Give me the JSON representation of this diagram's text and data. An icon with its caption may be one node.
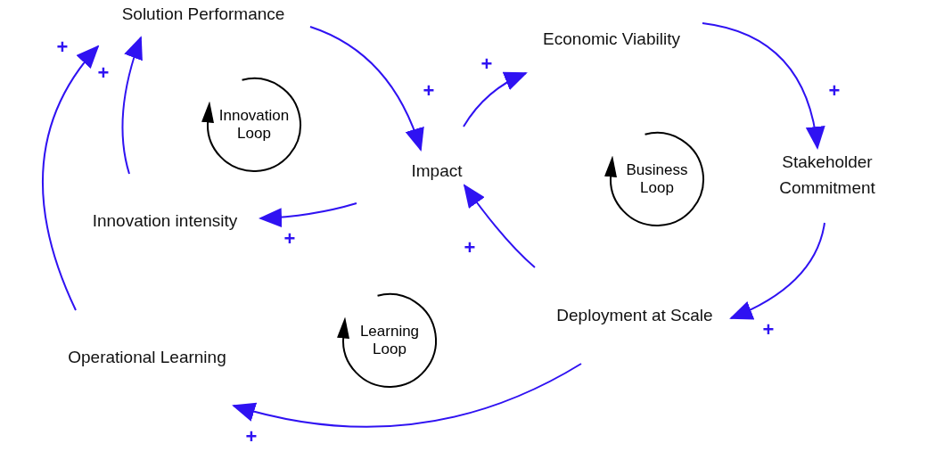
{
  "diagram": {
    "nodes": [
      {
        "text": [
          "Solution Performance"
        ]
      },
      {
        "text": [
          "Economic Viability"
        ]
      },
      {
        "text": [
          "Impact"
        ]
      },
      {
        "text": [
          "Stakeholder Commitment"
        ]
      },
      {
        "text": [
          "Innovation intensity"
        ]
      },
      {
        "text": [
          "Deployment at Scale"
        ]
      },
      {
        "text": [
          "Operational Learning"
        ]
      },
      {
        "text": [
          "Innovation Loop"
        ]
      },
      {
        "text": [
          "Business Loop"
        ]
      },
      {
        "text": [
          "Learning Loop"
        ]
      }
    ],
    "edges": [
      {
        "from": 0,
        "to": 2,
        "arrow": "to",
        "label": "+"
      },
      {
        "from": 2,
        "to": 1,
        "arrow": "to",
        "label": "+"
      },
      {
        "from": 1,
        "to": 3,
        "arrow": "to",
        "label": "+"
      },
      {
        "from": 3,
        "to": 5,
        "arrow": "to",
        "label": "+"
      },
      {
        "from": 5,
        "to": 2,
        "arrow": "to",
        "label": "+"
      },
      {
        "from": 2,
        "to": 4,
        "arrow": "to",
        "label": "+"
      },
      {
        "from": 4,
        "to": 0,
        "arrow": "to",
        "label": "+"
      },
      {
        "from": 5,
        "to": 6,
        "arrow": "to",
        "label": "+"
      },
      {
        "from": 6,
        "to": 0,
        "arrow": "to",
        "label": "+"
      }
    ]
  }
}
